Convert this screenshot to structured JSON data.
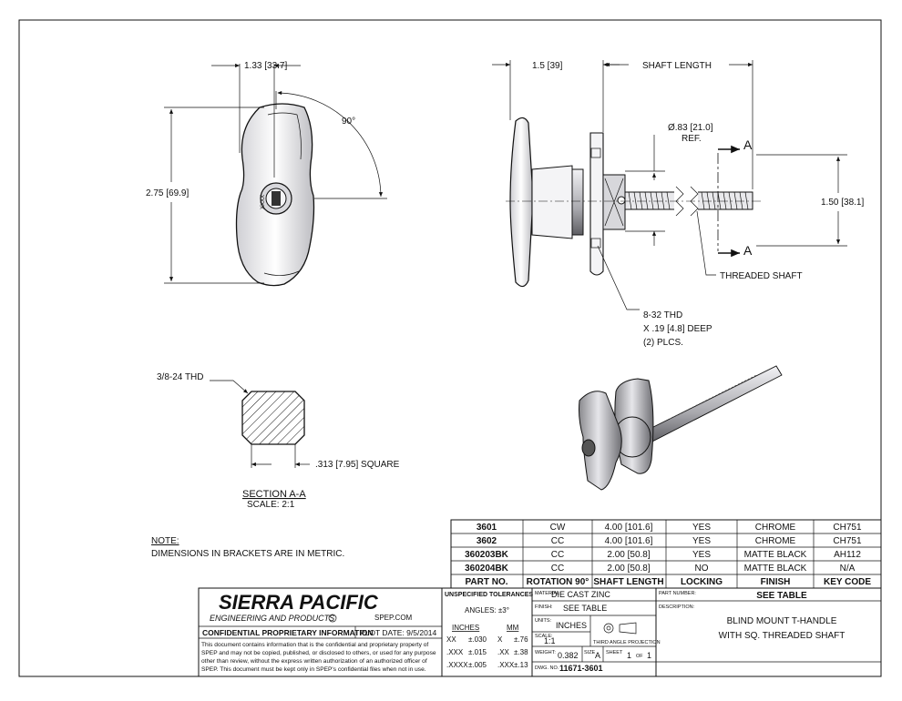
{
  "views": {
    "front": {
      "width_dim": "1.33 [33.7]",
      "height_dim": "2.75 [69.9]",
      "angle": "90°",
      "key_mark": "XXXX"
    },
    "side": {
      "offset_dim": "1.5 [39]",
      "shaft_length": "SHAFT LENGTH",
      "diameter": "Ø.83 [21.0]",
      "diameter_ref": "REF.",
      "section_letter": "A",
      "height_dim": "1.50 [38.1]",
      "threaded_shaft": "THREADED SHAFT",
      "holes_note": [
        "8-32 THD",
        "X .19 [4.8] DEEP",
        "(2) PLCS."
      ]
    },
    "section": {
      "thread": "3/8-24 THD",
      "square": ".313 [7.95] SQUARE",
      "title": "SECTION A-A",
      "scale": "SCALE: 2:1"
    }
  },
  "note": {
    "heading": "NOTE:",
    "text": "DIMENSIONS IN BRACKETS ARE IN METRIC."
  },
  "parts_table": {
    "headers": [
      "PART NO.",
      "ROTATION 90°",
      "SHAFT LENGTH",
      "LOCKING",
      "FINISH",
      "KEY CODE"
    ],
    "rows": [
      [
        "3601",
        "CW",
        "4.00 [101.6]",
        "YES",
        "CHROME",
        "CH751"
      ],
      [
        "3602",
        "CC",
        "4.00 [101.6]",
        "YES",
        "CHROME",
        "CH751"
      ],
      [
        "360203BK",
        "CC",
        "2.00 [50.8]",
        "YES",
        "MATTE BLACK",
        "AH112"
      ],
      [
        "360204BK",
        "CC",
        "2.00 [50.8]",
        "NO",
        "MATTE BLACK",
        "N/A"
      ]
    ]
  },
  "title_block": {
    "company": "SIERRA PACIFIC",
    "company_sub": "ENGINEERING AND PRODUCTS",
    "website": "SPEP.COM",
    "confidential_label": "CONFIDENTIAL PROPRIETARY INFORMATION",
    "plot_date": "PLOT DATE:  9/5/2014",
    "confidential_text": [
      "This document contains information that is the confidential and proprietary property of",
      "SPEP and may not be copied, published, or disclosed to others, or used for any purpose",
      "other than review, without the express written authorization of an authorized officer of",
      "SPEP. This document must be kept only in SPEP's confidential files when not in use."
    ],
    "tolerances_label": "UNSPECIFIED TOLERANCES",
    "angles": "ANGLES:  ±3°",
    "inches_label": "INCHES",
    "mm_label": "MM",
    "tol_rows": [
      [
        "XX",
        "±.030",
        "X",
        "±.76"
      ],
      [
        ".XXX",
        "±.015",
        ".XX",
        "±.38"
      ],
      [
        ".XXXX",
        "±.005",
        ".XXX",
        "±.13"
      ]
    ],
    "material_label": "MATERIAL:",
    "material": "DIE CAST ZINC",
    "finish_label": "FINISH:",
    "finish": "SEE TABLE",
    "units_label": "UNITS:",
    "units": "INCHES",
    "scale_label": "SCALE:",
    "scale": "1:1",
    "projection": "THIRD ANGLE PROJECTION",
    "weight_label": "WEIGHT:",
    "weight": "0.382",
    "size_label": "SIZE",
    "size": "A",
    "sheet_label": "SHEET",
    "sheet": "1",
    "of_label": "OF",
    "of": "1",
    "dwg_label": "DWG. NO.",
    "dwg_no": "11671-3601",
    "part_number_label": "PART NUMBER:",
    "part_number": "SEE TABLE",
    "description_label": "DESCRIPTION:",
    "description": [
      "BLIND MOUNT T-HANDLE",
      "WITH SQ. THREADED SHAFT"
    ]
  }
}
